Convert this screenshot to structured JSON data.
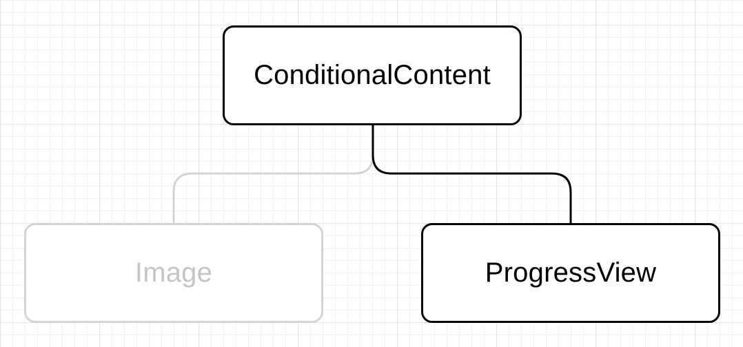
{
  "diagram": {
    "root": {
      "label": "ConditionalContent",
      "state": "active"
    },
    "children": [
      {
        "label": "Image",
        "state": "inactive"
      },
      {
        "label": "ProgressView",
        "state": "active"
      }
    ]
  },
  "colors": {
    "active_stroke": "#000000",
    "inactive_stroke": "#d4d4d4",
    "inactive_text": "#c4c4c4",
    "grid_major": "#e3e3e3",
    "grid_minor": "#f1f1f1",
    "background": "#ffffff"
  }
}
